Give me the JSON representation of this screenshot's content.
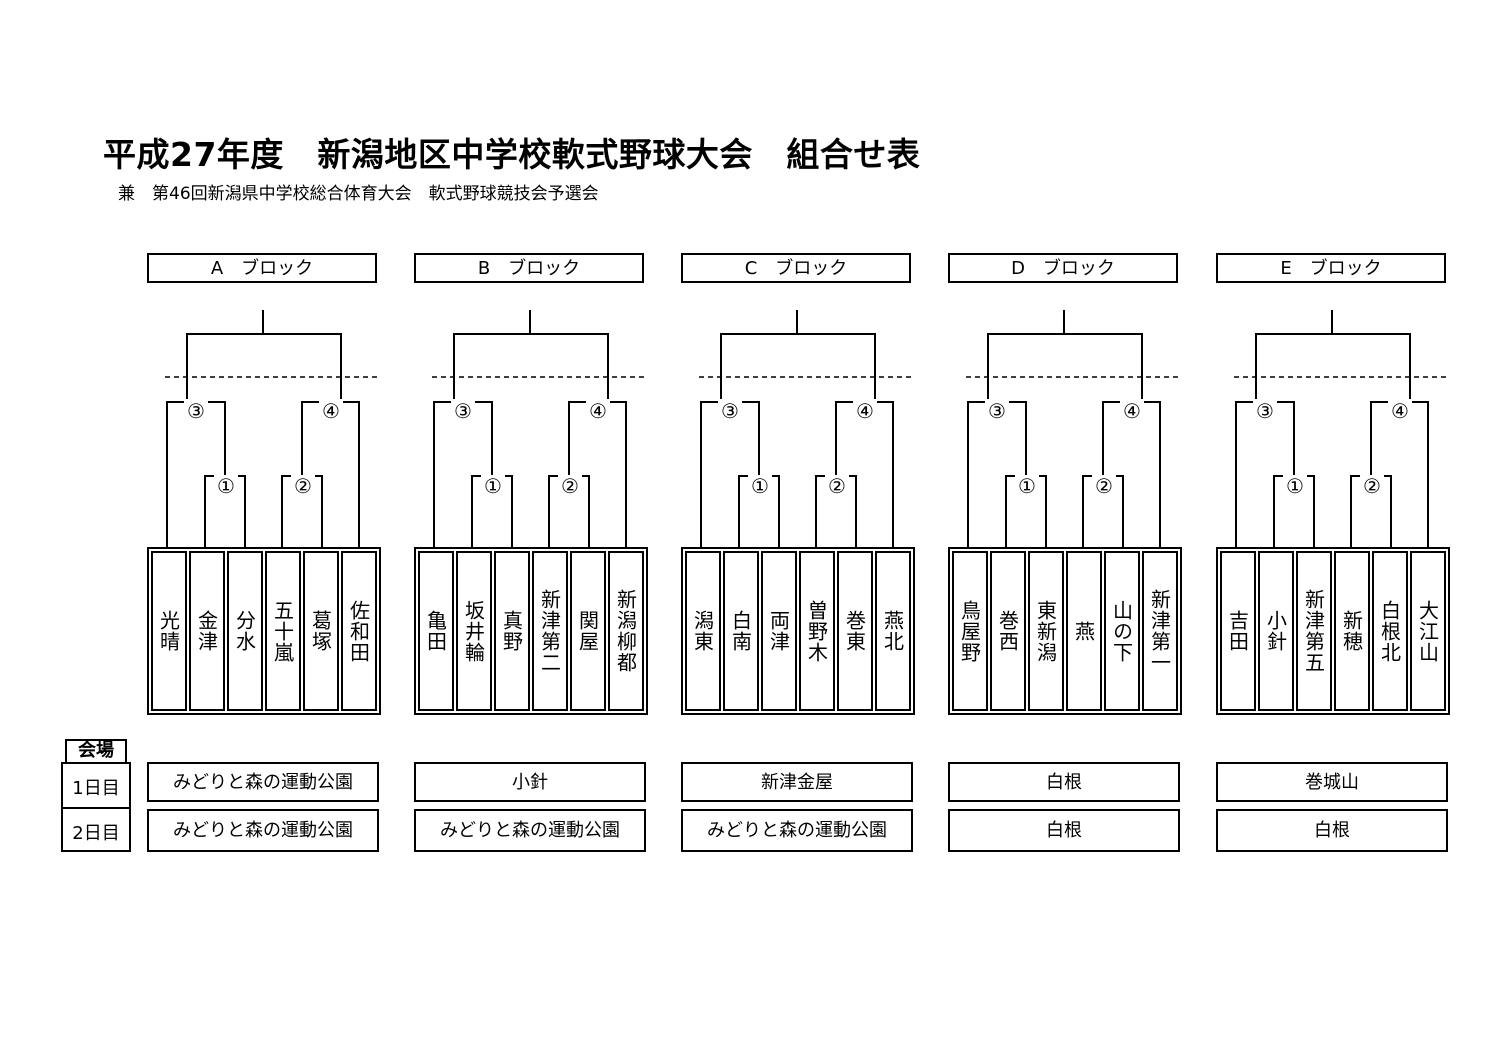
{
  "title": "平成27年度　新潟地区中学校軟式野球大会　組合せ表",
  "subtitle": "兼　第46回新潟県中学校総合体育大会　軟式野球競技会予選会",
  "venue_label": {
    "header": "会場",
    "day1": "1日目",
    "day2": "2日目"
  },
  "match_numbers": {
    "m1": "①",
    "m2": "②",
    "m3": "③",
    "m4": "④"
  },
  "blocks": [
    {
      "header": "A　ブロック",
      "teams": [
        "光晴",
        "金津",
        "分水",
        "五十嵐",
        "葛塚",
        "佐和田"
      ],
      "venue_day1": "みどりと森の運動公園",
      "venue_day2": "みどりと森の運動公園"
    },
    {
      "header": "B　ブロック",
      "teams": [
        "亀田",
        "坂井輪",
        "真野",
        "新津第二",
        "関屋",
        "新潟柳都"
      ],
      "venue_day1": "小針",
      "venue_day2": "みどりと森の運動公園"
    },
    {
      "header": "C　ブロック",
      "teams": [
        "潟東",
        "白南",
        "両津",
        "曽野木",
        "巻東",
        "燕北"
      ],
      "venue_day1": "新津金屋",
      "venue_day2": "みどりと森の運動公園"
    },
    {
      "header": "D　ブロック",
      "teams": [
        "鳥屋野",
        "巻西",
        "東新潟",
        "燕",
        "山の下",
        "新津第一"
      ],
      "venue_day1": "白根",
      "venue_day2": "白根"
    },
    {
      "header": "E　ブロック",
      "teams": [
        "吉田",
        "小針",
        "新津第五",
        "新穂",
        "白根北",
        "大江山"
      ],
      "venue_day1": "巻城山",
      "venue_day2": "白根"
    }
  ]
}
